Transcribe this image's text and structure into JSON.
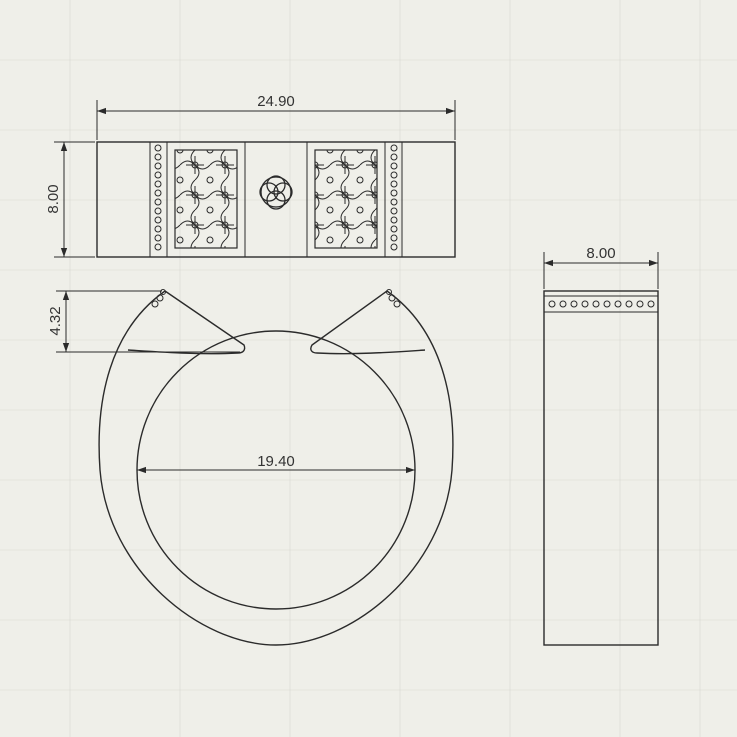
{
  "dimensions": {
    "top_width": "24.90",
    "top_height": "8.00",
    "side_width": "8.00",
    "opening_height": "4.32",
    "inner_diameter": "19.40"
  }
}
